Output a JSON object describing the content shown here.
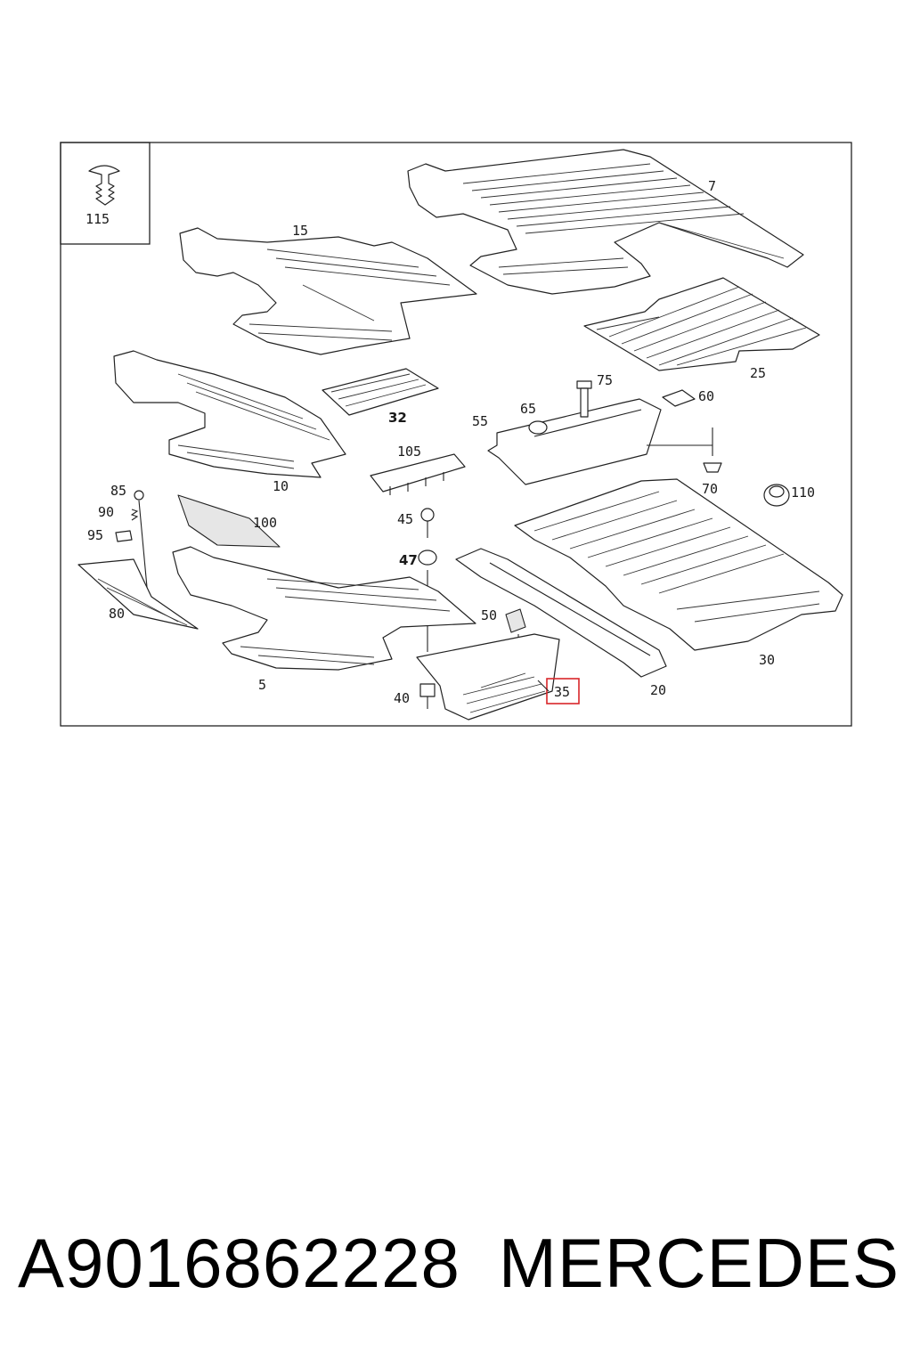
{
  "diagram": {
    "inset_label": "115",
    "callouts": [
      {
        "id": "7",
        "label": "7"
      },
      {
        "id": "15",
        "label": "15"
      },
      {
        "id": "25",
        "label": "25"
      },
      {
        "id": "75",
        "label": "75"
      },
      {
        "id": "65",
        "label": "65"
      },
      {
        "id": "60",
        "label": "60"
      },
      {
        "id": "55",
        "label": "55"
      },
      {
        "id": "32",
        "label": "32"
      },
      {
        "id": "10",
        "label": "10"
      },
      {
        "id": "105",
        "label": "105"
      },
      {
        "id": "70",
        "label": "70"
      },
      {
        "id": "110",
        "label": "110"
      },
      {
        "id": "85",
        "label": "85"
      },
      {
        "id": "90",
        "label": "90"
      },
      {
        "id": "95",
        "label": "95"
      },
      {
        "id": "100",
        "label": "100"
      },
      {
        "id": "45",
        "label": "45"
      },
      {
        "id": "47",
        "label": "47"
      },
      {
        "id": "80",
        "label": "80"
      },
      {
        "id": "50",
        "label": "50"
      },
      {
        "id": "5",
        "label": "5"
      },
      {
        "id": "40",
        "label": "40"
      },
      {
        "id": "20",
        "label": "20"
      },
      {
        "id": "30",
        "label": "30"
      },
      {
        "id": "35",
        "label": "35",
        "highlighted": true
      }
    ],
    "highlight_color": "#d9262a"
  },
  "caption": {
    "part_number": "A9016862228",
    "brand": "MERCEDES"
  }
}
